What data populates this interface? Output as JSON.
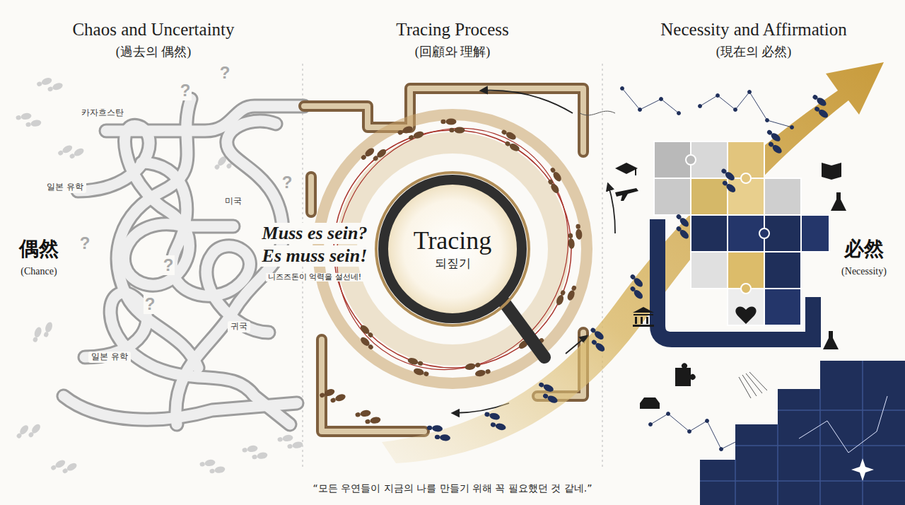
{
  "diagram": {
    "caption": "“모든 우연들이 지금의 나를 만들기 위해 꼭 필요했던 것 같네.”",
    "nodes": [
      {
        "text": [
          "Tracing",
          "되짚기"
        ]
      }
    ],
    "labels": [
      "Chaos and Uncertainty",
      "(過去의 偶然)",
      "Tracing Process",
      "(回顧와 理解)",
      "Necessity and Affirmation",
      "(現在의 必然)",
      "카자흐스탄",
      "일본 유학",
      "미국",
      "귀국",
      "일본 유학",
      "偶然",
      "(Chance)",
      "Muss es sein?",
      "Es muss sein!",
      "니즈즈돈이 억력을 설선네!",
      "必然",
      "(Necessity)",
      "?",
      "?",
      "?",
      "?",
      "?",
      "?"
    ]
  }
}
